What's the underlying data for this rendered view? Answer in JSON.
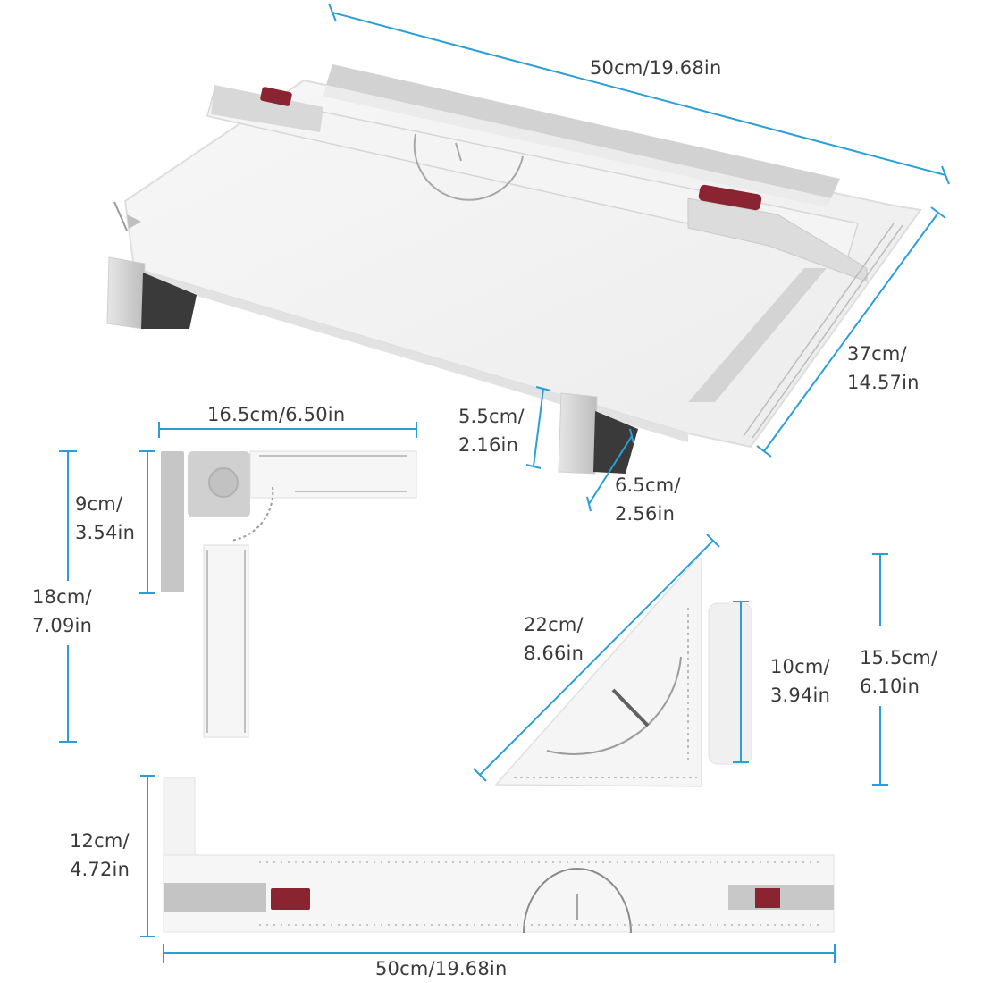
{
  "colors": {
    "dimension_line": "#2a9fd6",
    "board_body": "#f2f2f2",
    "board_edge": "#dcdcdc",
    "rail_gray": "#c8c8c8",
    "clamp_red": "#8a2430",
    "leg_dark": "#3a3a3a",
    "label_text": "#3a3a3a"
  },
  "drawing_board": {
    "width_label": "50cm/19.68in",
    "depth_label_cm": "37cm/",
    "depth_label_in": "14.57in",
    "leg_height_cm": "5.5cm/",
    "leg_height_in": "2.16in",
    "leg_depth_cm": "6.5cm/",
    "leg_depth_in": "2.56in"
  },
  "angle_ruler": {
    "width_label": "16.5cm/6.50in",
    "clamp_height_cm": "9cm/",
    "clamp_height_in": "3.54in",
    "total_height_cm": "18cm/",
    "total_height_in": "7.09in"
  },
  "set_square": {
    "hypotenuse_cm": "22cm/",
    "hypotenuse_in": "8.66in",
    "handle_height_cm": "10cm/",
    "handle_height_in": "3.94in",
    "total_height_cm": "15.5cm/",
    "total_height_in": "6.10in"
  },
  "parallel_ruler": {
    "height_cm": "12cm/",
    "height_in": "4.72in",
    "width_label": "50cm/19.68in"
  }
}
